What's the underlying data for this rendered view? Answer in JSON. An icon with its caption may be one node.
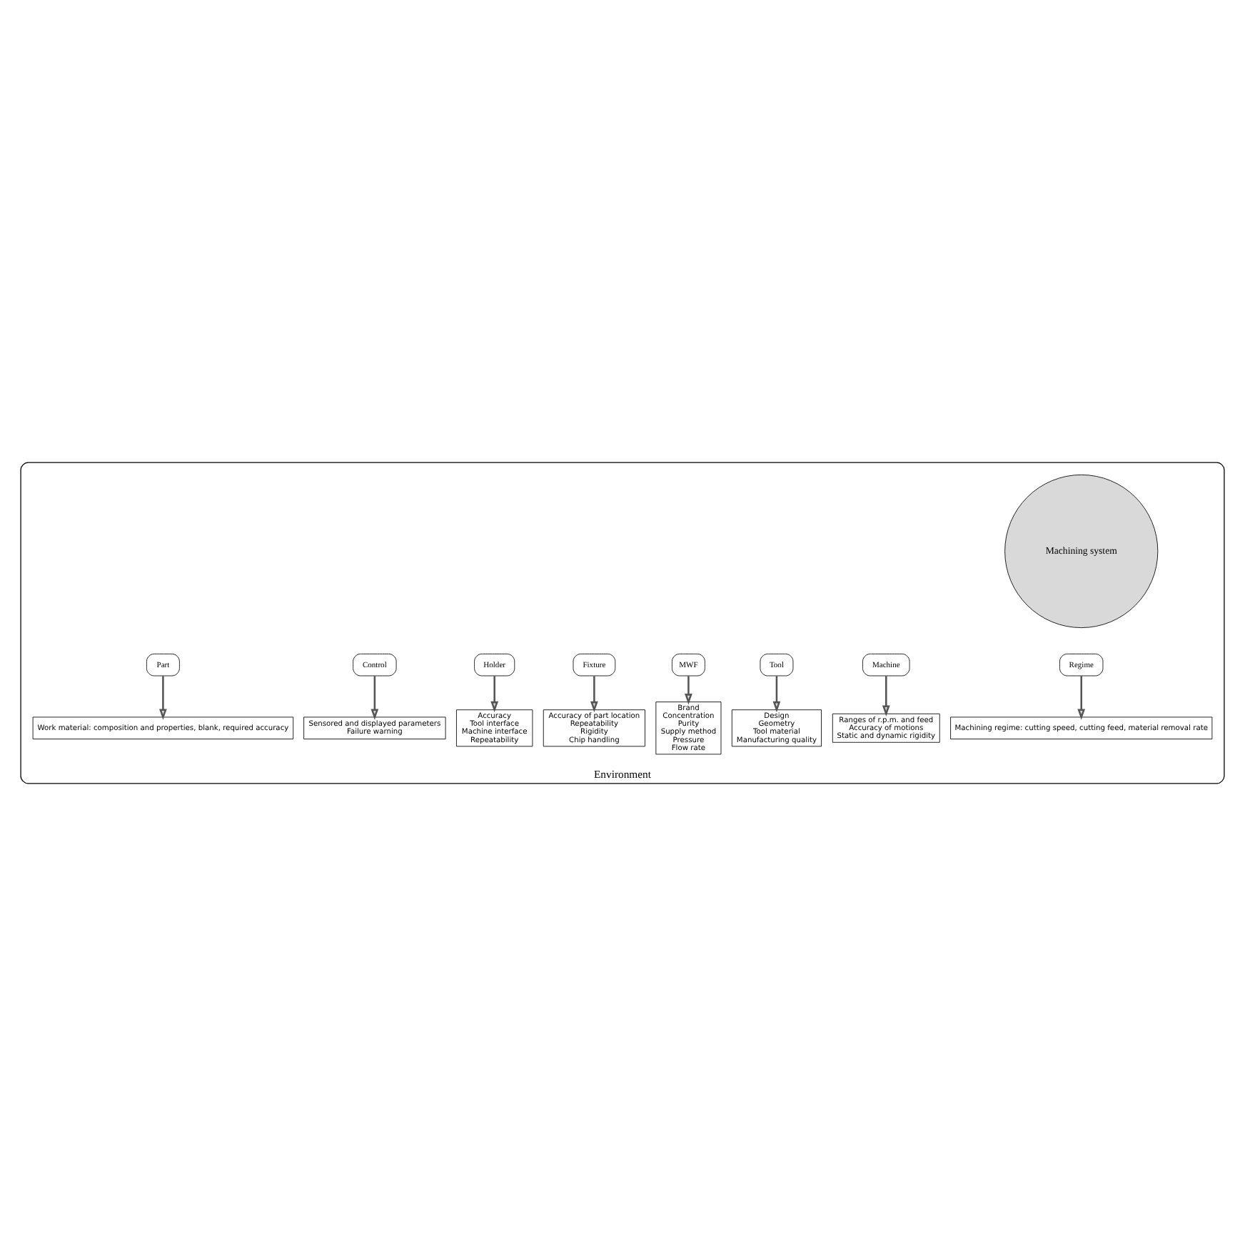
{
  "diagram": {
    "nodes": [
      {
        "text": [
          "Environment"
        ]
      },
      {
        "text": [
          "Machining system"
        ],
        "in": 0
      },
      {
        "text": [
          "Machine"
        ],
        "in": 0
      },
      {
        "text": [
          "Tool"
        ],
        "in": 0
      },
      {
        "text": [
          "MWF"
        ],
        "in": 0
      },
      {
        "text": [
          "Fixture"
        ],
        "in": 0
      },
      {
        "text": [
          "Regime"
        ],
        "in": 0
      },
      {
        "text": [
          "Holder"
        ],
        "in": 0
      },
      {
        "text": [
          "Control"
        ],
        "in": 0
      },
      {
        "text": [
          "Part"
        ],
        "in": 0
      },
      {
        "text": [
          "Ranges of r.p.m. and feed",
          "Accuracy of motions",
          "Static and dynamic rigidity"
        ],
        "in": 0
      },
      {
        "text": [
          "Design",
          "Geometry",
          "Tool material",
          "Manufacturing quality"
        ],
        "in": 0
      },
      {
        "text": [
          "Brand",
          "Concentration",
          "Purity",
          "Supply method",
          "Pressure",
          "Flow rate"
        ],
        "in": 0
      },
      {
        "text": [
          "Accuracy of part location",
          "Repeatability",
          "Rigidity",
          "Chip handling"
        ],
        "in": 0
      },
      {
        "text": [
          "Machining regime: cutting speed, cutting feed, material removal rate"
        ],
        "in": 0
      },
      {
        "text": [
          "Accuracy",
          "Tool interface",
          "Machine interface",
          "Repeatability"
        ],
        "in": 0
      },
      {
        "text": [
          "Sensored and displayed parameters",
          "Failure warning"
        ],
        "in": 0
      },
      {
        "text": [
          "Work material: composition and properties, blank, required accuracy"
        ],
        "in": 0
      }
    ],
    "edges": [
      {
        "from": 2,
        "to": 10,
        "arrow": "to"
      },
      {
        "from": 3,
        "to": 11,
        "arrow": "to"
      },
      {
        "from": 4,
        "to": 12,
        "arrow": "to"
      },
      {
        "from": 5,
        "to": 13,
        "arrow": "to"
      },
      {
        "from": 6,
        "to": 14,
        "arrow": "to"
      },
      {
        "from": 7,
        "to": 15,
        "arrow": "to"
      },
      {
        "from": 8,
        "to": 16,
        "arrow": "to"
      },
      {
        "from": 9,
        "to": 17,
        "arrow": "to"
      }
    ]
  }
}
